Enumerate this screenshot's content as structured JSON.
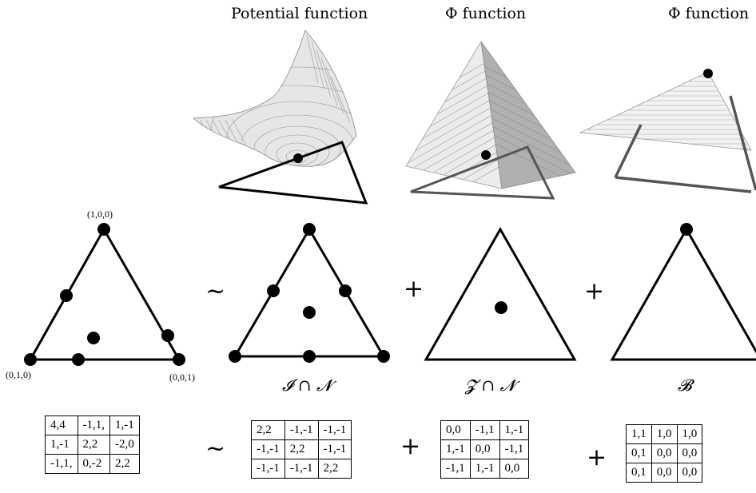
{
  "titles": {
    "potential": "Potential function",
    "phi1": "Φ function",
    "phi2": "Φ function"
  },
  "vertex_labels": {
    "top": "(1,0,0)",
    "bottom_left": "(0,1,0)",
    "bottom_right": "(0,0,1)"
  },
  "set_labels": {
    "harmonic": "𝓘 ∩ 𝓝",
    "zero_sum": "𝓩 ∩ 𝓝",
    "boundary": "𝓑"
  },
  "operators": {
    "sim": "~",
    "plus": "+"
  },
  "tables": {
    "game": [
      [
        "4,4",
        "-1,1,",
        "1,-1"
      ],
      [
        "1,-1",
        "2,2",
        "-2,0"
      ],
      [
        "-1,1,",
        "0,-2",
        "2,2"
      ]
    ],
    "potential": [
      [
        "2,2",
        "-1,-1",
        "-1,-1"
      ],
      [
        "-1,-1",
        "2,2",
        "-1,-1"
      ],
      [
        "-1,-1",
        "-1,-1",
        "2,2"
      ]
    ],
    "harmonic": [
      [
        "0,0",
        "-1,1",
        "1,-1"
      ],
      [
        "1,-1",
        "0,0",
        "-1,1"
      ],
      [
        "-1,1",
        "1,-1",
        "0,0"
      ]
    ],
    "nonstrategic": [
      [
        "1,1",
        "1,0",
        "1,0"
      ],
      [
        "0,1",
        "0,0",
        "0,0"
      ],
      [
        "0,1",
        "0,0",
        "0,0"
      ]
    ]
  },
  "colors": {
    "surface_fill": "#dcdcdc",
    "surface_line": "#8c8c8c",
    "dark_face": "#a8a8a8"
  }
}
